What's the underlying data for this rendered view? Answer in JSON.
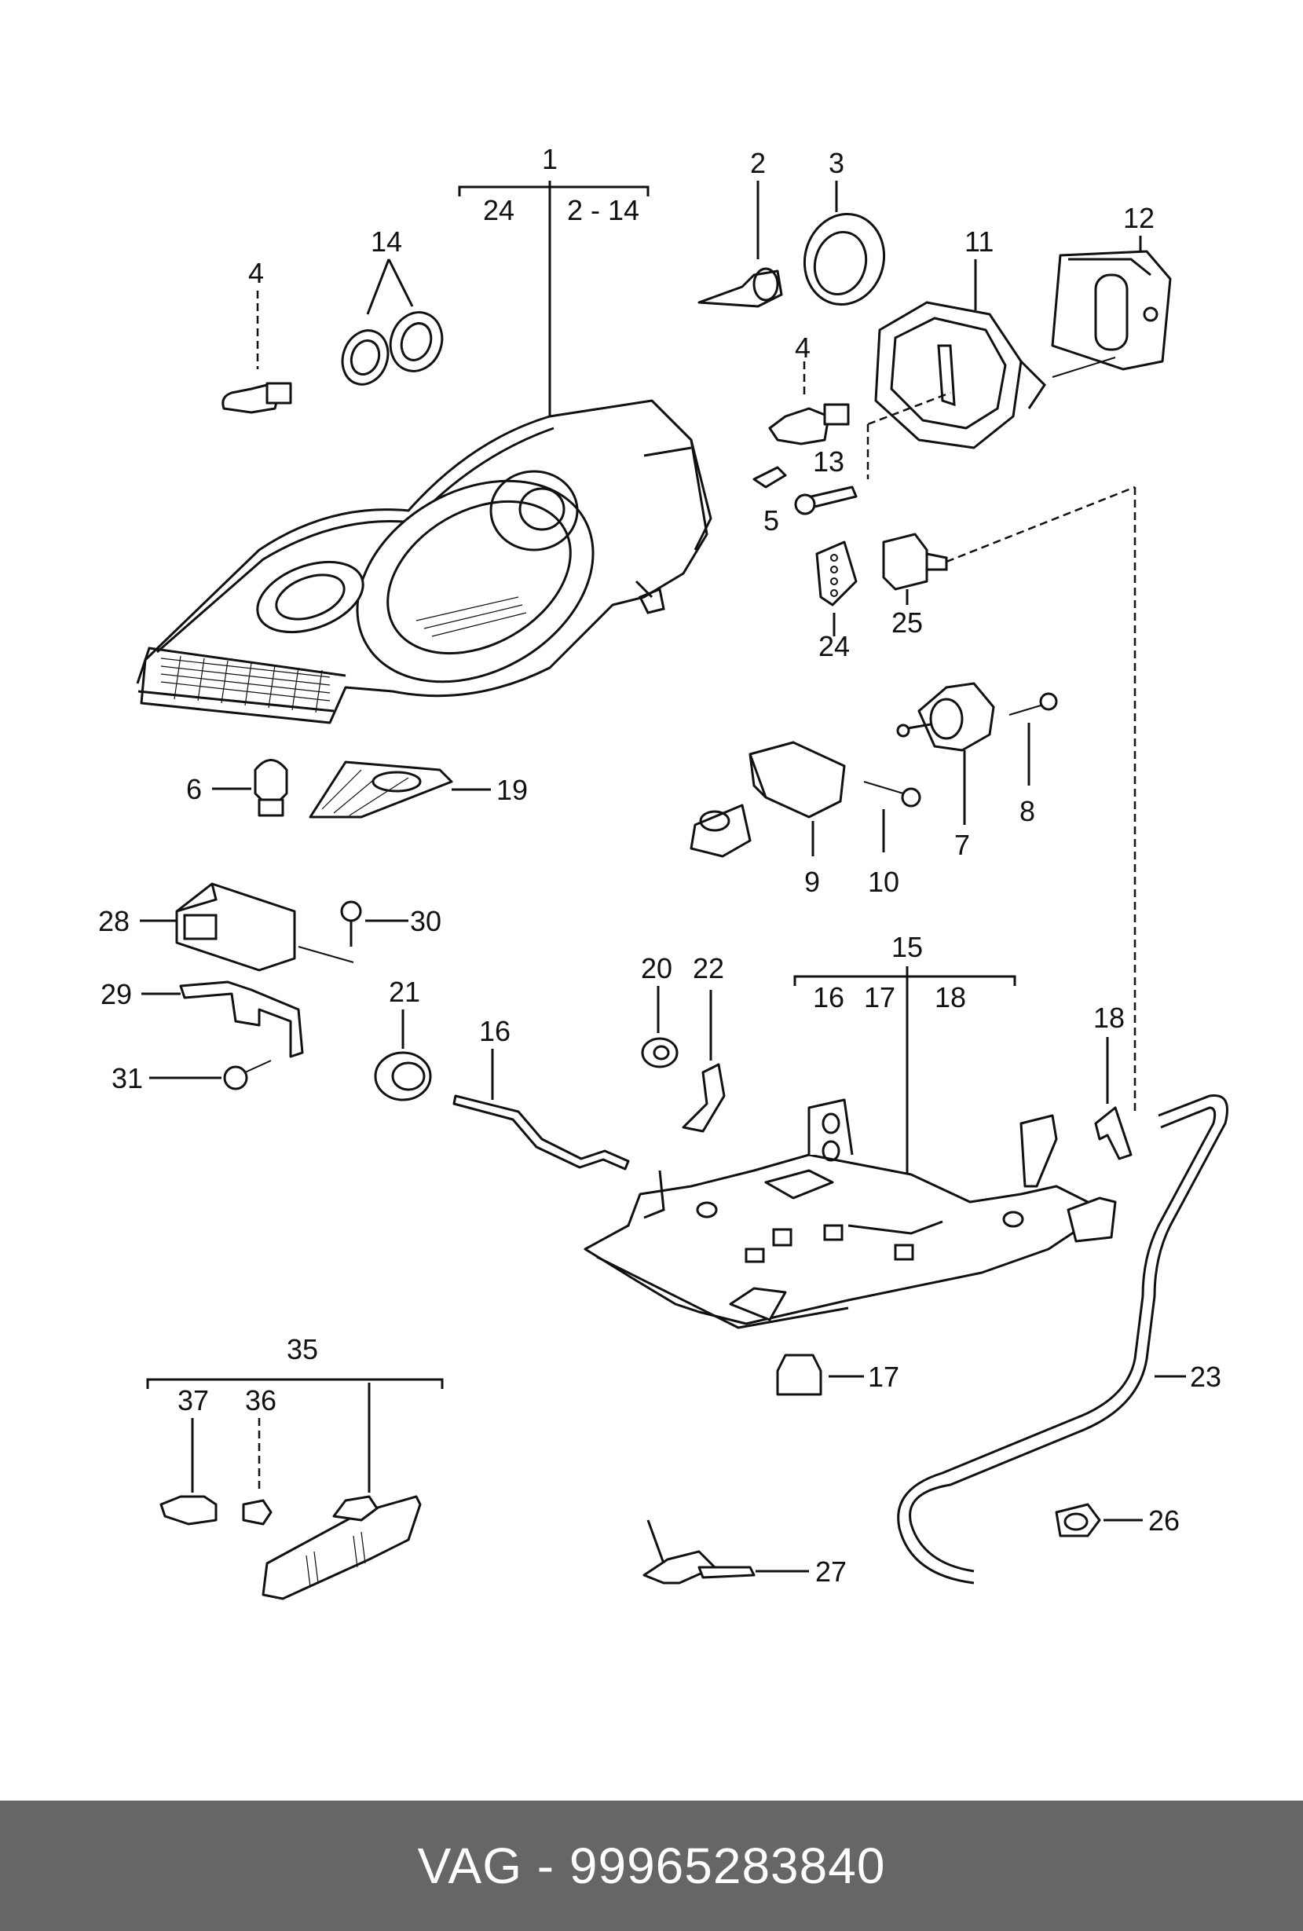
{
  "diagram": {
    "callouts": [
      {
        "id": "c1",
        "label": "1"
      },
      {
        "id": "c1a",
        "label": "24"
      },
      {
        "id": "c1b",
        "label": "2 - 14"
      },
      {
        "id": "c2",
        "label": "2"
      },
      {
        "id": "c3",
        "label": "3"
      },
      {
        "id": "c4a",
        "label": "4"
      },
      {
        "id": "c4b",
        "label": "4"
      },
      {
        "id": "c5",
        "label": "5"
      },
      {
        "id": "c6",
        "label": "6"
      },
      {
        "id": "c7",
        "label": "7"
      },
      {
        "id": "c8",
        "label": "8"
      },
      {
        "id": "c9",
        "label": "9"
      },
      {
        "id": "c10",
        "label": "10"
      },
      {
        "id": "c11",
        "label": "11"
      },
      {
        "id": "c12",
        "label": "12"
      },
      {
        "id": "c13",
        "label": "13"
      },
      {
        "id": "c14",
        "label": "14"
      },
      {
        "id": "c15",
        "label": "15"
      },
      {
        "id": "c15a",
        "label": "16"
      },
      {
        "id": "c15b",
        "label": "17"
      },
      {
        "id": "c15c",
        "label": "18"
      },
      {
        "id": "c16",
        "label": "16"
      },
      {
        "id": "c17",
        "label": "17"
      },
      {
        "id": "c18",
        "label": "18"
      },
      {
        "id": "c19",
        "label": "19"
      },
      {
        "id": "c20",
        "label": "20"
      },
      {
        "id": "c21",
        "label": "21"
      },
      {
        "id": "c22",
        "label": "22"
      },
      {
        "id": "c23",
        "label": "23"
      },
      {
        "id": "c24",
        "label": "24"
      },
      {
        "id": "c25",
        "label": "25"
      },
      {
        "id": "c26",
        "label": "26"
      },
      {
        "id": "c27",
        "label": "27"
      },
      {
        "id": "c28",
        "label": "28"
      },
      {
        "id": "c29",
        "label": "29"
      },
      {
        "id": "c30",
        "label": "30"
      },
      {
        "id": "c31",
        "label": "31"
      },
      {
        "id": "c35",
        "label": "35"
      },
      {
        "id": "c37",
        "label": "37"
      },
      {
        "id": "c36",
        "label": "36"
      }
    ]
  },
  "footer": {
    "text": "VAG - 99965283840"
  }
}
